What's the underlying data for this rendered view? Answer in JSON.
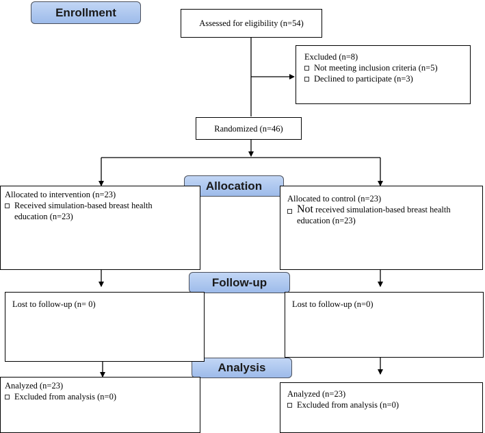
{
  "phases": {
    "enrollment": "Enrollment",
    "allocation": "Allocation",
    "followup": "Follow-up",
    "analysis": "Analysis"
  },
  "assessed": "Assessed for eligibility (n=54)",
  "excluded": {
    "title": "Excluded (n=8)",
    "items": [
      "Not meeting inclusion criteria (n=5)",
      "Declined to participate (n=3)"
    ]
  },
  "randomized": "Randomized (n=46)",
  "intervention": {
    "allocated": "Allocated to intervention (n=23)",
    "detail_line1": "Received simulation-based breast health",
    "detail_line2": "education (n=23)",
    "lost": "Lost to follow-up (n= 0)",
    "analyzed": "Analyzed (n=23)",
    "excluded_analysis": "Excluded from analysis (n=0)"
  },
  "control": {
    "allocated": "Allocated to control (n=23)",
    "detail_word": "Not",
    "detail_line1": " received simulation-based breast health",
    "detail_line2": "education (n=23)",
    "lost": "Lost to follow-up (n=0)",
    "analyzed": "Analyzed (n=23)",
    "excluded_analysis": "Excluded from analysis (n=0)"
  }
}
